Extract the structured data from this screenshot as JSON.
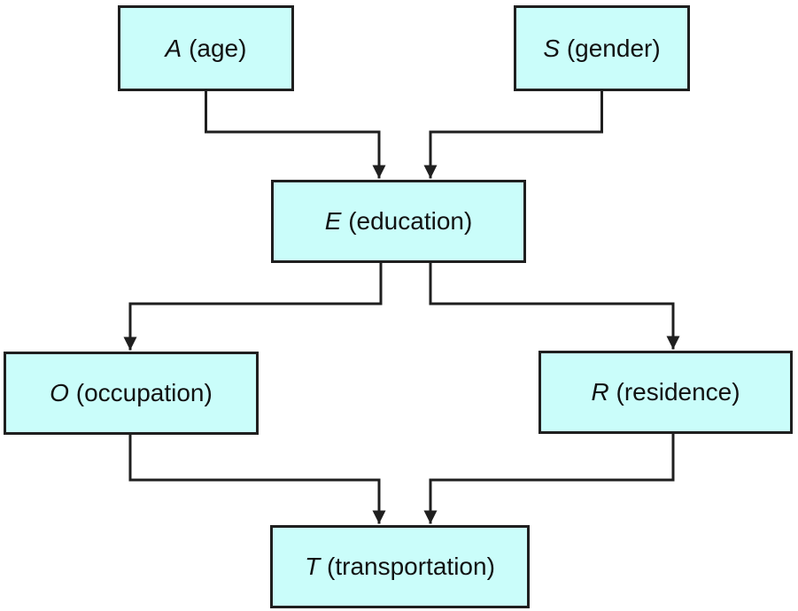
{
  "diagram": {
    "type": "causal-graph",
    "colors": {
      "background": "#ffffff",
      "node_fill": "#cafdfa",
      "line_color": "#1f1f1f",
      "text_color": "#111111"
    },
    "nodes": {
      "A": {
        "symbol": "A",
        "label": "(age)"
      },
      "S": {
        "symbol": "S",
        "label": "(gender)"
      },
      "E": {
        "symbol": "E",
        "label": "(education)"
      },
      "O": {
        "symbol": "O",
        "label": "(occupation)"
      },
      "R": {
        "symbol": "R",
        "label": "(residence)"
      },
      "T": {
        "symbol": "T",
        "label": "(transportation)"
      }
    },
    "edges": [
      {
        "from": "A",
        "to": "E"
      },
      {
        "from": "S",
        "to": "E"
      },
      {
        "from": "E",
        "to": "O"
      },
      {
        "from": "E",
        "to": "R"
      },
      {
        "from": "O",
        "to": "T"
      },
      {
        "from": "R",
        "to": "T"
      }
    ]
  }
}
